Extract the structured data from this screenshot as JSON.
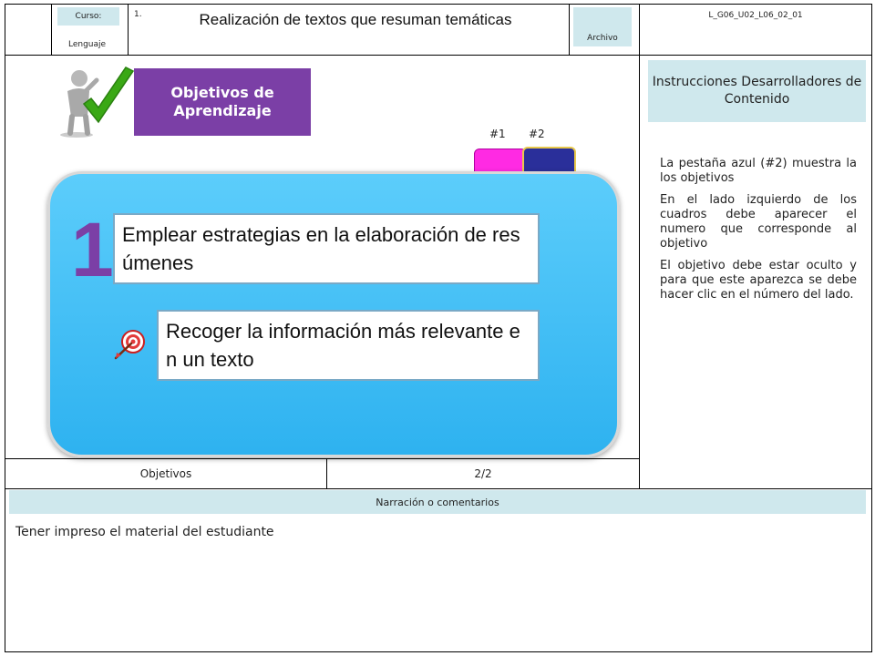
{
  "header": {
    "curso_label": "Curso:",
    "subject": "Lenguaje",
    "number": "1.",
    "title": "Realización de textos que resuman temáticas",
    "archivo_label": "Archivo",
    "code": "L_G06_U02_L06_02_01"
  },
  "slide": {
    "badge_line1": "Objetivos de",
    "badge_line2": "Aprendizaje",
    "tab1_label": "#1",
    "tab2_label": "#2",
    "objective_number": "1",
    "objective_main": "Emplear  estrategias en la elaboración de resúmenes",
    "objective_sub": "Recoger la información más relevante en un texto"
  },
  "instructions": {
    "header": "Instrucciones Desarrolladores de Contenido",
    "p1": "La pestaña azul (#2) muestra la los objetivos",
    "p2": "En el lado izquierdo de los cuadros debe aparecer el numero que corresponde al objetivo",
    "p3": "El objetivo debe estar oculto y para que este aparezca se debe hacer clic en el número del lado."
  },
  "footer": {
    "section": "Objetivos",
    "page": "2/2"
  },
  "narration": {
    "header": "Narración o comentarios",
    "text": "Tener impreso el material del estudiante"
  },
  "colors": {
    "accent_purple": "#7b3fa6",
    "panel_blue": "#3cc0f5",
    "tab1_pink": "#ff2ae3",
    "tab2_navy": "#2a2f9a",
    "header_tint": "#cfe8ed"
  }
}
